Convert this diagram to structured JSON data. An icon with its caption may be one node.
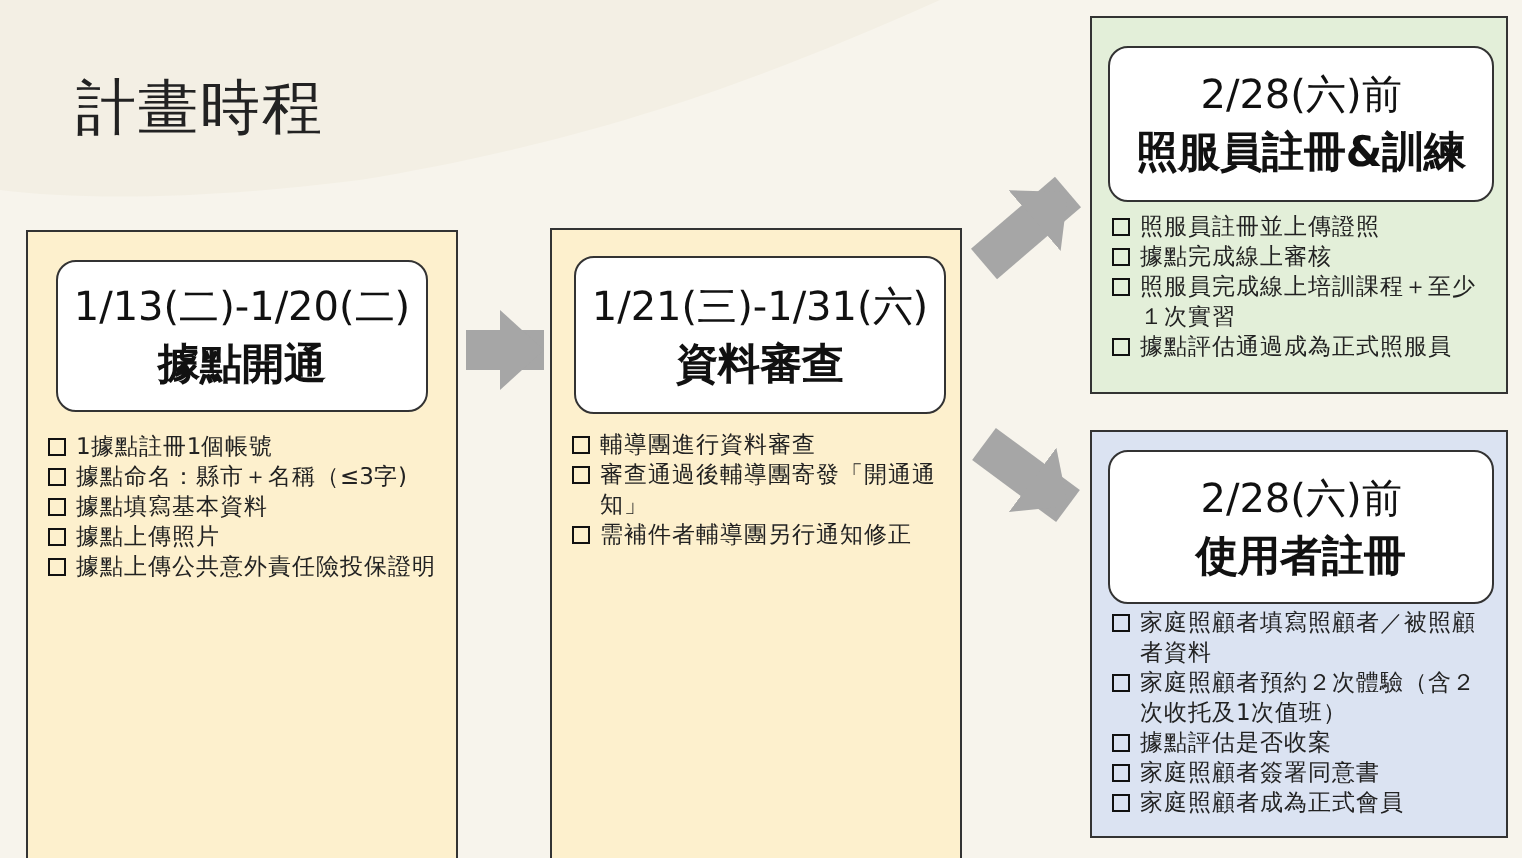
{
  "diagram": {
    "title": "計畫時程",
    "nodes": [
      {
        "text": [
          "1據點註冊1個帳號",
          "據點命名：縣市＋名稱（≤3字)",
          "據點填寫基本資料",
          "據點上傳照片",
          "據點上傳公共意外責任險投保證明"
        ]
      },
      {
        "text": [
          "1/13(二)-1/20(二)",
          "據點開通"
        ],
        "in": 0
      },
      {
        "text": [
          "輔導團進行資料審查",
          "審查通過後輔導團寄發「開通通知」",
          "需補件者輔導團另行通知修正"
        ]
      },
      {
        "text": [
          "1/21(三)-1/31(六)",
          "資料審查"
        ],
        "in": 2
      },
      {
        "text": [
          "照服員註冊並上傳證照",
          "據點完成線上審核",
          "照服員完成線上培訓課程＋至少１次實習",
          "據點評估通過成為正式照服員"
        ]
      },
      {
        "text": [
          "2/28(六)前",
          "照服員註冊&訓練"
        ],
        "in": 4
      },
      {
        "text": [
          "家庭照顧者填寫照顧者／被照顧者資料",
          "家庭照顧者預約２次體驗（含２次收托及1次值班）",
          "據點評估是否收案",
          "家庭照顧者簽署同意書",
          "家庭照顧者成為正式會員"
        ]
      },
      {
        "text": [
          "2/28(六)前",
          "使用者註冊"
        ],
        "in": 6
      }
    ],
    "edges": [
      {
        "from": 0,
        "to": 2,
        "arrow": "to"
      },
      {
        "from": 2,
        "to": 4,
        "arrow": "to"
      },
      {
        "from": 2,
        "to": 6,
        "arrow": "to"
      }
    ]
  }
}
